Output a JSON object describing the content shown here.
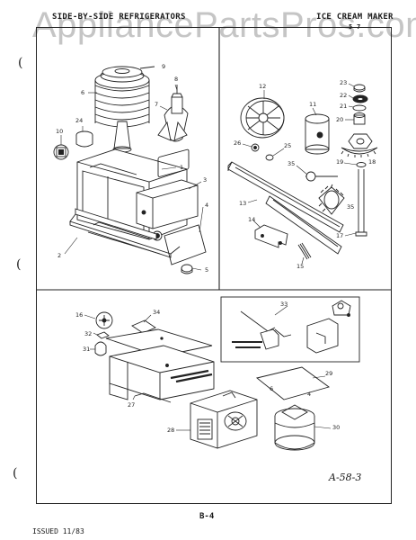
{
  "header": {
    "left": "SIDE-BY-SIDE REFRIGERATORS",
    "right": "ICE CREAM MAKER",
    "sub": "5 7"
  },
  "watermark": "AppliancePartsPros.com",
  "reference": "A-58-3",
  "page_id": "B-4",
  "issued": "ISSUED 11/83",
  "callouts": [
    "9",
    "6",
    "8",
    "7",
    "24",
    "10",
    "1",
    "3",
    "4",
    "2",
    "5",
    "12",
    "11",
    "26",
    "25",
    "35",
    "13",
    "14",
    "15",
    "23",
    "22",
    "21",
    "20",
    "19",
    "18",
    "17",
    "35",
    "16",
    "34",
    "32",
    "31",
    "33",
    "29",
    "28",
    "30",
    "27",
    "6",
    "4"
  ]
}
